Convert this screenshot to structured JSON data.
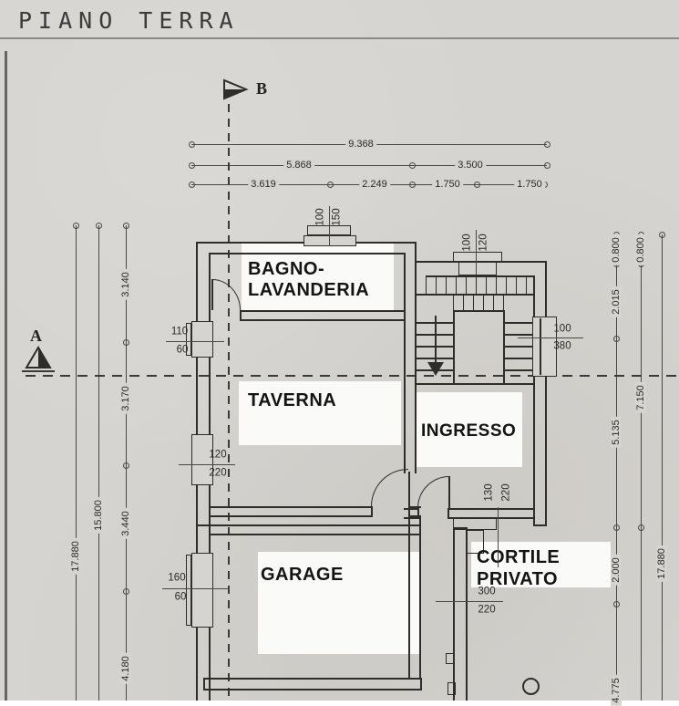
{
  "title": "PIANO TERRA",
  "markers": {
    "a": "A",
    "b": "B"
  },
  "rooms": {
    "bagno1": "BAGNO-",
    "bagno2": "LAVANDERIA",
    "taverna": "TAVERNA",
    "ingresso": "INGRESSO",
    "garage": "GARAGE",
    "cortile1": "CORTILE",
    "cortile2": "PRIVATO"
  },
  "dims": {
    "top_total": "9.368",
    "top_row2": [
      "5.868",
      "3.500"
    ],
    "top_row3": [
      "3.619",
      "2.249",
      "1.750",
      "1.750"
    ],
    "left_inner": [
      "3.140",
      "3.170",
      "3.440",
      "4.180"
    ],
    "left_mid": "15.800",
    "left_outer": "17.880",
    "right_inner": [
      "0.800",
      "2.015",
      "5.135",
      "2.000",
      "4.775"
    ],
    "right_mid": [
      "0.800",
      "7.150"
    ],
    "right_outer": "17.880"
  },
  "openings": {
    "bagno_window": [
      "100",
      "150"
    ],
    "stair_window": [
      "100",
      "120"
    ],
    "side_window": [
      "100",
      "380"
    ],
    "taverna_window": [
      "110",
      "60"
    ],
    "taverna_door": [
      "120",
      "220"
    ],
    "entrance_door": [
      "130",
      "220"
    ],
    "garage_window": [
      "160",
      "60"
    ],
    "cortile_gate": [
      "300",
      "220"
    ]
  },
  "colors": {
    "paper": "#d6d4d0",
    "ink": "#2f2d2b",
    "label_bg": "#fafaf8"
  }
}
